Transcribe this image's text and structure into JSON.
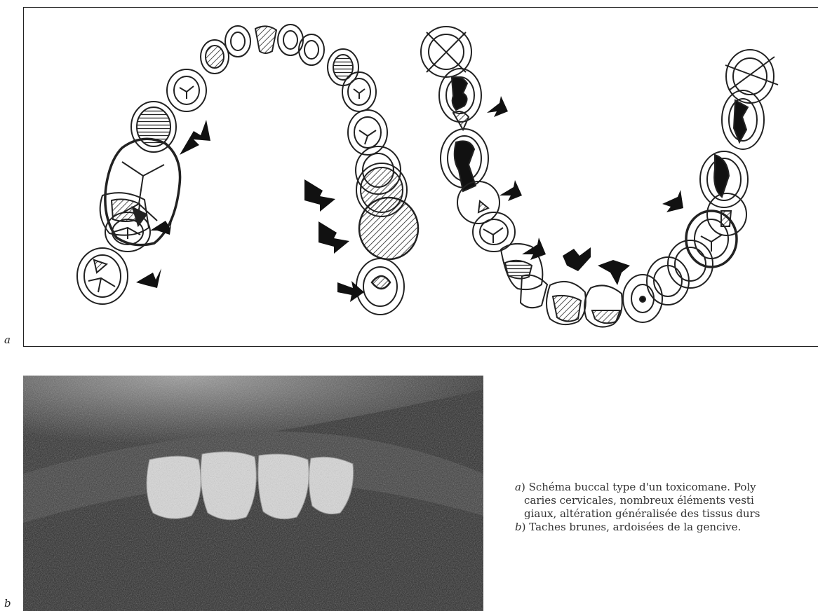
{
  "figure": {
    "panel_a_letter": "a",
    "panel_b_letter": "b",
    "caption": {
      "a_label": "a",
      "a_line1": ") Schéma buccal type d'un toxicomane. Poly",
      "a_line2": "caries cervicales, nombreux éléments vesti",
      "a_line3": "giaux, altération généralisée des tissus durs",
      "b_label": "b",
      "b_line1": ") Taches brunes, ardoisées de la gencive."
    }
  },
  "colors": {
    "ink": "#222222",
    "photo_dark": "#2a2a2a",
    "teeth_light": "#d8d8d8"
  },
  "icons": [
    "arrow-icon",
    "tooth-icon",
    "hatched-tooth-icon",
    "crossed-tooth-icon"
  ]
}
